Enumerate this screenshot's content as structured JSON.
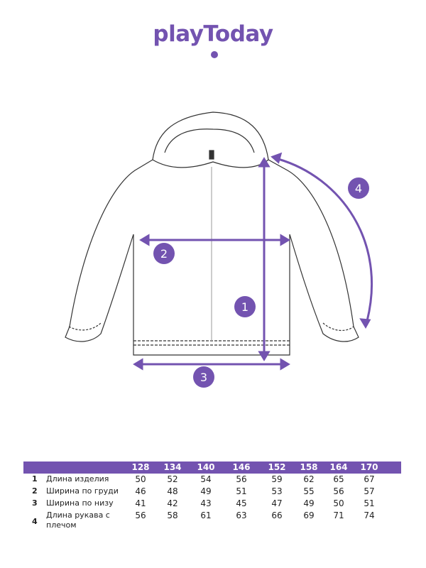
{
  "brand": "playToday",
  "colors": {
    "accent": "#7353b0"
  },
  "markers": [
    "1",
    "2",
    "3",
    "4"
  ],
  "table": {
    "sizes": [
      "128",
      "134",
      "140",
      "146",
      "152",
      "158",
      "164",
      "170"
    ],
    "rows": [
      {
        "num": "1",
        "label": "Длина изделия",
        "values": [
          "50",
          "52",
          "54",
          "56",
          "59",
          "62",
          "65",
          "67"
        ]
      },
      {
        "num": "2",
        "label": "Ширина по груди",
        "values": [
          "46",
          "48",
          "49",
          "51",
          "53",
          "55",
          "56",
          "57"
        ]
      },
      {
        "num": "3",
        "label": "Ширина по низу",
        "values": [
          "41",
          "42",
          "43",
          "45",
          "47",
          "49",
          "50",
          "51"
        ]
      },
      {
        "num": "4",
        "label": "Длина рукава с плечом",
        "values": [
          "56",
          "58",
          "61",
          "63",
          "66",
          "69",
          "71",
          "74"
        ]
      }
    ]
  }
}
